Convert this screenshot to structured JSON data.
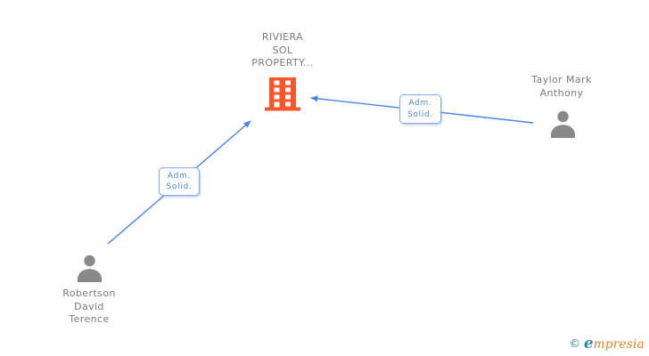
{
  "company": {
    "name_lines": [
      "RIVIERA",
      "SOL",
      "PROPERTY..."
    ],
    "icon": "building-icon"
  },
  "persons": [
    {
      "name_lines": [
        "Taylor Mark",
        "Anthony"
      ],
      "icon": "person-icon"
    },
    {
      "name_lines": [
        "Robertson",
        "David",
        "Terence"
      ],
      "icon": "person-icon"
    }
  ],
  "edges": [
    {
      "from": "Taylor Mark Anthony",
      "to": "RIVIERA SOL PROPERTY...",
      "label_lines": [
        "Adm.",
        "Solid."
      ]
    },
    {
      "from": "Robertson David Terence",
      "to": "RIVIERA SOL PROPERTY...",
      "label_lines": [
        "Adm.",
        "Solid."
      ]
    }
  ],
  "logo": {
    "copyright_symbol": "©",
    "brand_first_letter": "e",
    "brand_rest": "mpresia"
  },
  "colors": {
    "edge_blue": "#4a86e8",
    "building_orange": "#f4572c",
    "label_gray": "#7b7b7b",
    "person_icon_gray": "#898989",
    "logo_teal": "#2e7f9d",
    "logo_orange": "#ee7d23"
  }
}
